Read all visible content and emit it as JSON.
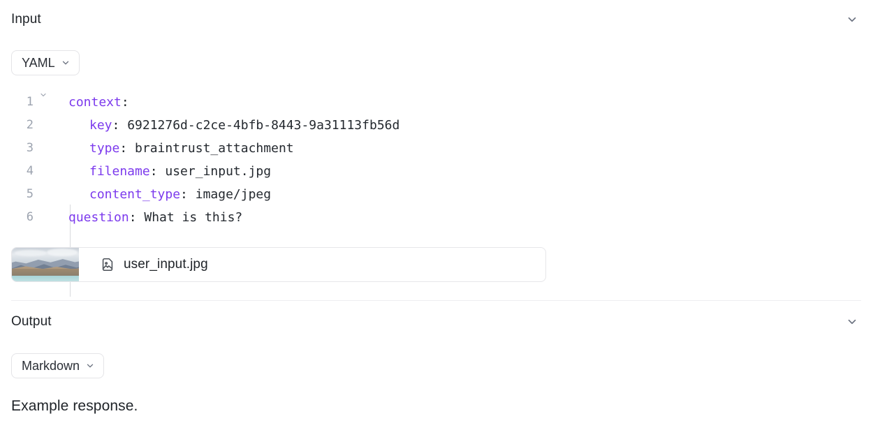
{
  "input": {
    "title": "Input",
    "collapse_icon": "chevron-down-icon",
    "format": {
      "label": "YAML",
      "chevron_icon": "chevron-down-icon"
    },
    "code": {
      "language": "yaml",
      "lines": [
        {
          "number": "1",
          "foldable": true,
          "fold_icon": "chevron-down-icon",
          "indent": 0,
          "key": "context",
          "colon": ":",
          "value": ""
        },
        {
          "number": "2",
          "foldable": false,
          "fold_icon": "",
          "indent": 1,
          "key": "key",
          "colon": ":",
          "value": " 6921276d-c2ce-4bfb-8443-9a31113fb56d"
        },
        {
          "number": "3",
          "foldable": false,
          "fold_icon": "",
          "indent": 1,
          "key": "type",
          "colon": ":",
          "value": " braintrust_attachment"
        },
        {
          "number": "4",
          "foldable": false,
          "fold_icon": "",
          "indent": 1,
          "key": "filename",
          "colon": ":",
          "value": " user_input.jpg"
        },
        {
          "number": "5",
          "foldable": false,
          "fold_icon": "",
          "indent": 1,
          "key": "content_type",
          "colon": ":",
          "value": " image/jpeg"
        },
        {
          "number": "6",
          "foldable": false,
          "fold_icon": "",
          "indent": 0,
          "key": "question",
          "colon": ":",
          "value": " What is this?"
        }
      ]
    },
    "attachment": {
      "filename": "user_input.jpg",
      "file_icon": "image-file-icon",
      "thumbnail_alt": "mountain-landscape-thumbnail"
    }
  },
  "output": {
    "title": "Output",
    "collapse_icon": "chevron-down-icon",
    "format": {
      "label": "Markdown",
      "chevron_icon": "chevron-down-icon"
    },
    "body": "Example response."
  },
  "colors": {
    "key_purple": "#7c3aed",
    "text": "#1f2328",
    "muted": "#9ca3af",
    "border": "#e4e4e7",
    "divider": "#ededf0"
  }
}
